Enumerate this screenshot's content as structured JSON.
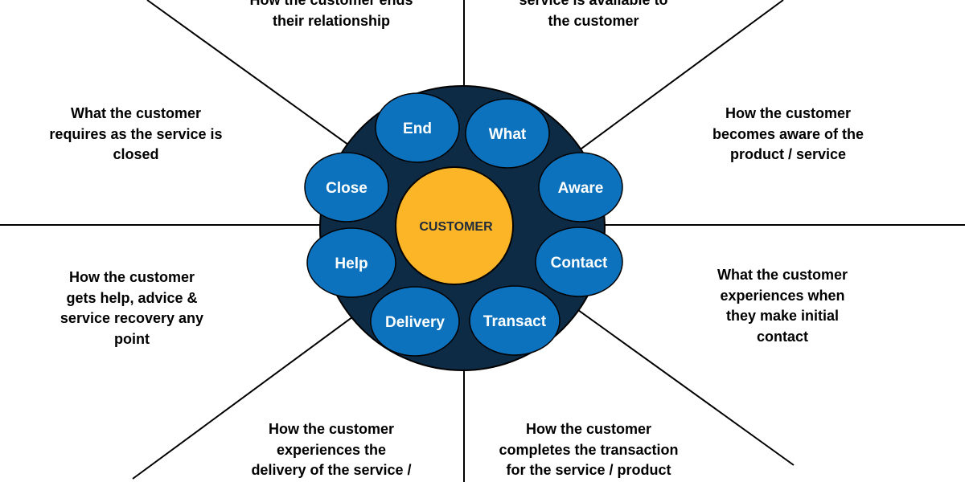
{
  "colors": {
    "hub": "#0d2b45",
    "hub_edge": "#000000",
    "stage_fill": "#0d72bd",
    "stage_edge": "#000000",
    "center_fill": "#fbb527",
    "center_edge": "#000000",
    "lines": "#000000"
  },
  "center": {
    "label": "CUSTOMER"
  },
  "stages": [
    {
      "id": "end",
      "label": "End"
    },
    {
      "id": "what",
      "label": "What"
    },
    {
      "id": "aware",
      "label": "Aware"
    },
    {
      "id": "contact",
      "label": "Contact"
    },
    {
      "id": "transact",
      "label": "Transact"
    },
    {
      "id": "delivery",
      "label": "Delivery"
    },
    {
      "id": "help",
      "label": "Help"
    },
    {
      "id": "close",
      "label": "Close"
    }
  ],
  "descriptions": [
    {
      "id": "end",
      "text": "How the customer  ends\ntheir relationship"
    },
    {
      "id": "what",
      "text": "service is  available to\nthe customer"
    },
    {
      "id": "aware",
      "text": "How the customer\nbecomes aware of the\nproduct / service"
    },
    {
      "id": "contact",
      "text": "What the customer\nexperiences when\nthey make initial\ncontact"
    },
    {
      "id": "transact",
      "text": "How the customer\ncompletes the transaction\nfor the service / product"
    },
    {
      "id": "delivery",
      "text": "How the customer\nexperiences the\ndelivery of the service /"
    },
    {
      "id": "help",
      "text": "How the customer\ngets help, advice &\nservice recovery any\npoint"
    },
    {
      "id": "close",
      "text": "What the customer\nrequires as the service is\nclosed"
    }
  ]
}
